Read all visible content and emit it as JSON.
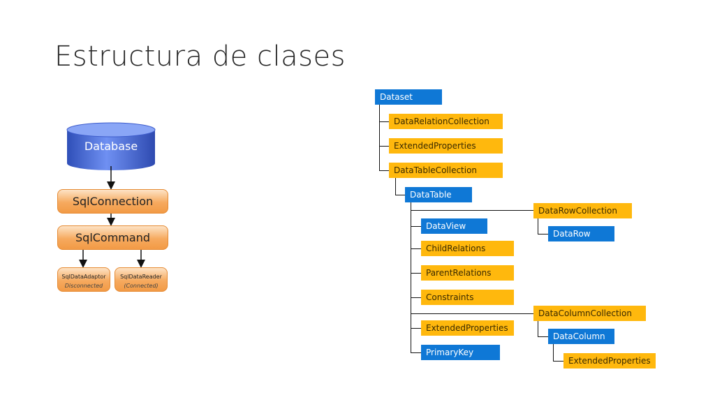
{
  "slide": {
    "title": "Estructura de clases"
  },
  "left_diagram": {
    "database": "Database",
    "connection": "SqlConnection",
    "command": "SqlCommand",
    "adaptor": {
      "label": "SqlDataAdaptor",
      "sub": "Disconnected"
    },
    "reader": {
      "label": "SqlDataReader",
      "sub": "(Connected)"
    }
  },
  "tree": {
    "dataset": "Dataset",
    "datarelationcollection": "DataRelationCollection",
    "extendedproperties_1": "ExtendedProperties",
    "datatablecollection": "DataTableCollection",
    "datatable": "DataTable",
    "datarowcollection": "DataRowCollection",
    "dataview": "DataView",
    "datarow": "DataRow",
    "childrelations": "ChildRelations",
    "parentrelations": "ParentRelations",
    "constraints": "Constraints",
    "datacolumncollection": "DataColumnCollection",
    "extendedproperties_2": "ExtendedProperties",
    "datacolumn": "DataColumn",
    "primarykey": "PrimaryKey",
    "extendedproperties_3": "ExtendedProperties"
  },
  "colors": {
    "blue_node": "#0f78d6",
    "gold_node": "#ffb80d",
    "orange_box": "#f6aa5f",
    "database": "#4a6ee0"
  }
}
